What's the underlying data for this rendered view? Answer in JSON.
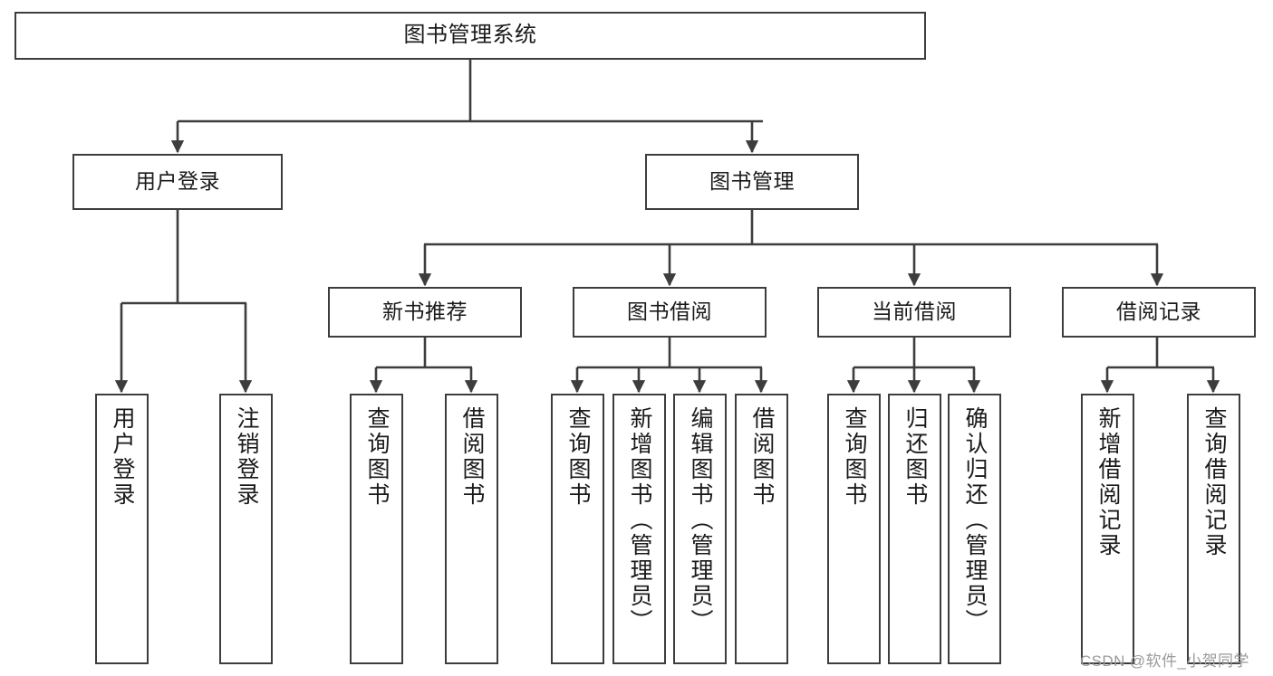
{
  "diagram": {
    "title": "图书管理系统",
    "type": "hierarchy-tree",
    "root": {
      "id": "root",
      "label": "图书管理系统"
    },
    "level1": [
      {
        "id": "user-login",
        "label": "用户登录"
      },
      {
        "id": "book-management",
        "label": "图书管理"
      }
    ],
    "level2": [
      {
        "id": "new-book-recommend",
        "label": "新书推荐",
        "parent": "book-management"
      },
      {
        "id": "book-borrow",
        "label": "图书借阅",
        "parent": "book-management"
      },
      {
        "id": "current-borrow",
        "label": "当前借阅",
        "parent": "book-management"
      },
      {
        "id": "borrow-record",
        "label": "借阅记录",
        "parent": "book-management"
      }
    ],
    "leaves": [
      {
        "id": "leaf-user-login",
        "label": "用户登录",
        "parent": "user-login"
      },
      {
        "id": "leaf-logout",
        "label": "注销登录",
        "parent": "user-login"
      },
      {
        "id": "leaf-query-book-1",
        "label": "查询图书",
        "parent": "new-book-recommend"
      },
      {
        "id": "leaf-borrow-book-1",
        "label": "借阅图书",
        "parent": "new-book-recommend"
      },
      {
        "id": "leaf-query-book-2",
        "label": "查询图书",
        "parent": "book-borrow"
      },
      {
        "id": "leaf-add-book",
        "label": "新增图书（管理员）",
        "parent": "book-borrow"
      },
      {
        "id": "leaf-edit-book",
        "label": "编辑图书（管理员）",
        "parent": "book-borrow"
      },
      {
        "id": "leaf-borrow-book-2",
        "label": "借阅图书",
        "parent": "book-borrow"
      },
      {
        "id": "leaf-query-book-3",
        "label": "查询图书",
        "parent": "current-borrow"
      },
      {
        "id": "leaf-return-book",
        "label": "归还图书",
        "parent": "current-borrow"
      },
      {
        "id": "leaf-confirm-return",
        "label": "确认归还（管理员）",
        "parent": "current-borrow"
      },
      {
        "id": "leaf-add-record",
        "label": "新增借阅记录",
        "parent": "borrow-record"
      },
      {
        "id": "leaf-query-record",
        "label": "查询借阅记录",
        "parent": "borrow-record"
      }
    ],
    "colors": {
      "stroke": "#3d3d3d",
      "fill": "#ffffff",
      "text": "#1a1a1a",
      "watermark": "#9a9a9a"
    }
  },
  "watermark": {
    "text": "CSDN @软件_小贺同学"
  }
}
